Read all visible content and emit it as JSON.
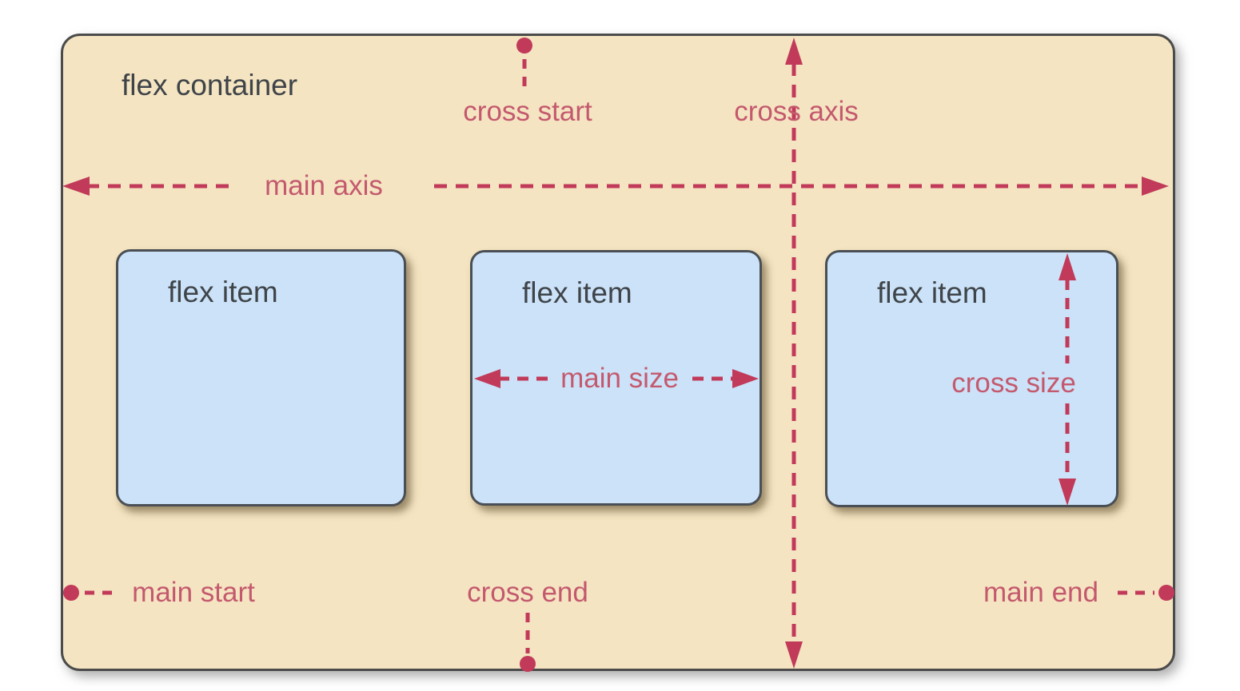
{
  "container": {
    "label": "flex container"
  },
  "items": [
    {
      "label": "flex item"
    },
    {
      "label": "flex item"
    },
    {
      "label": "flex item"
    }
  ],
  "annotations": {
    "main_axis": "main axis",
    "cross_axis": "cross axis",
    "cross_start": "cross start",
    "cross_end": "cross end",
    "main_start": "main start",
    "main_end": "main end",
    "main_size": "main size",
    "cross_size": "cross size"
  },
  "colors": {
    "page_bg": "#ffffff",
    "container_bg": "#f4e4c1",
    "container_border": "#4b4b4b",
    "item_bg": "#cbe2f8",
    "item_border": "#4a4f55",
    "label_text": "#3f4449",
    "annotation_text": "#c4596e",
    "annotation_shape": "#c23a5a"
  }
}
